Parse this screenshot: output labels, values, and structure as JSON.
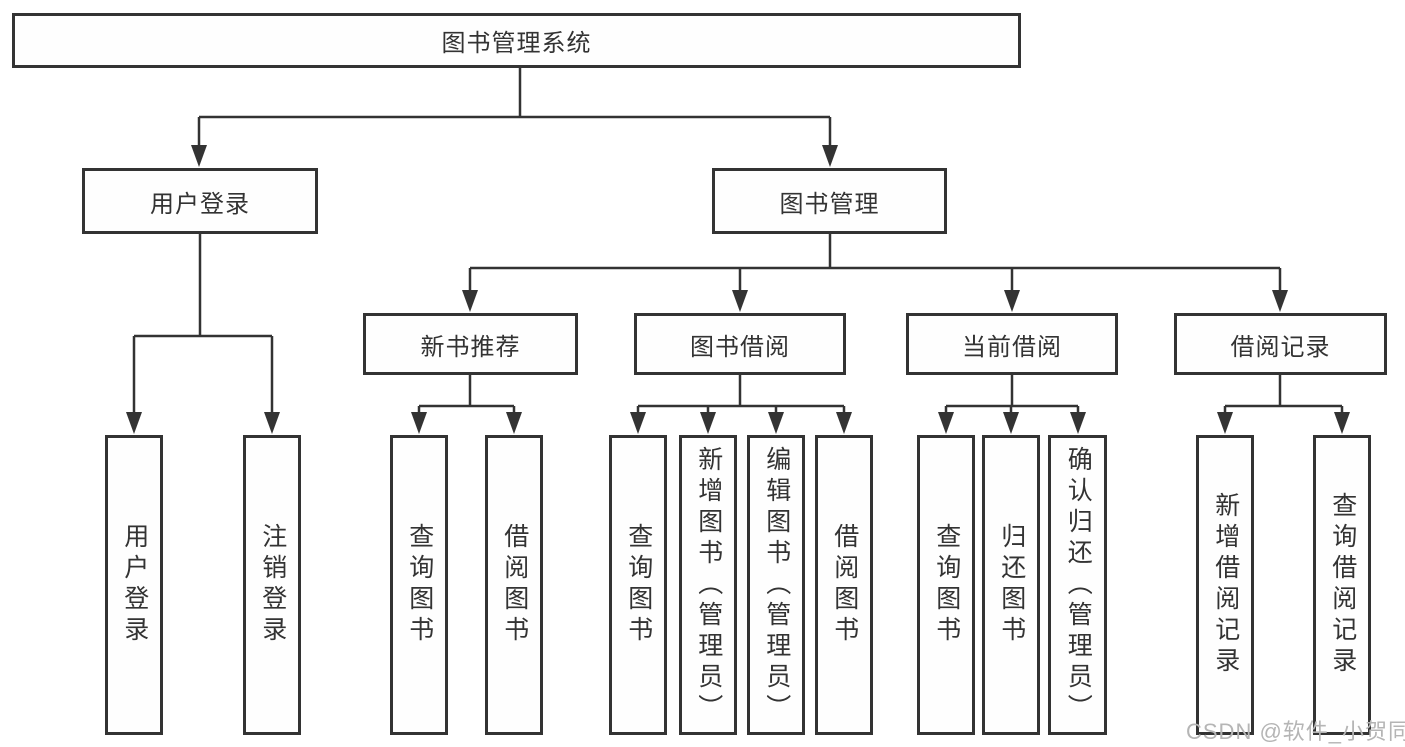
{
  "diagram": {
    "root": {
      "label": "图书管理系统",
      "children": [
        {
          "label": "用户登录",
          "children": [
            {
              "label": "用户登录"
            },
            {
              "label": "注销登录"
            }
          ]
        },
        {
          "label": "图书管理",
          "children": [
            {
              "label": "新书推荐",
              "children": [
                {
                  "label": "查询图书"
                },
                {
                  "label": "借阅图书"
                }
              ]
            },
            {
              "label": "图书借阅",
              "children": [
                {
                  "label": "查询图书"
                },
                {
                  "label": "新增图书（管理员）"
                },
                {
                  "label": "编辑图书（管理员）"
                },
                {
                  "label": "借阅图书"
                }
              ]
            },
            {
              "label": "当前借阅",
              "children": [
                {
                  "label": "查询图书"
                },
                {
                  "label": "归还图书"
                },
                {
                  "label": "确认归还（管理员）"
                }
              ]
            },
            {
              "label": "借阅记录",
              "children": [
                {
                  "label": "新增借阅记录"
                },
                {
                  "label": "查询借阅记录"
                }
              ]
            }
          ]
        }
      ]
    },
    "watermark": "CSDN @软件_小贺同学"
  },
  "colors": {
    "line": "#333333",
    "text": "#333333",
    "background": "#ffffff",
    "watermark": "#b5b5b5"
  }
}
